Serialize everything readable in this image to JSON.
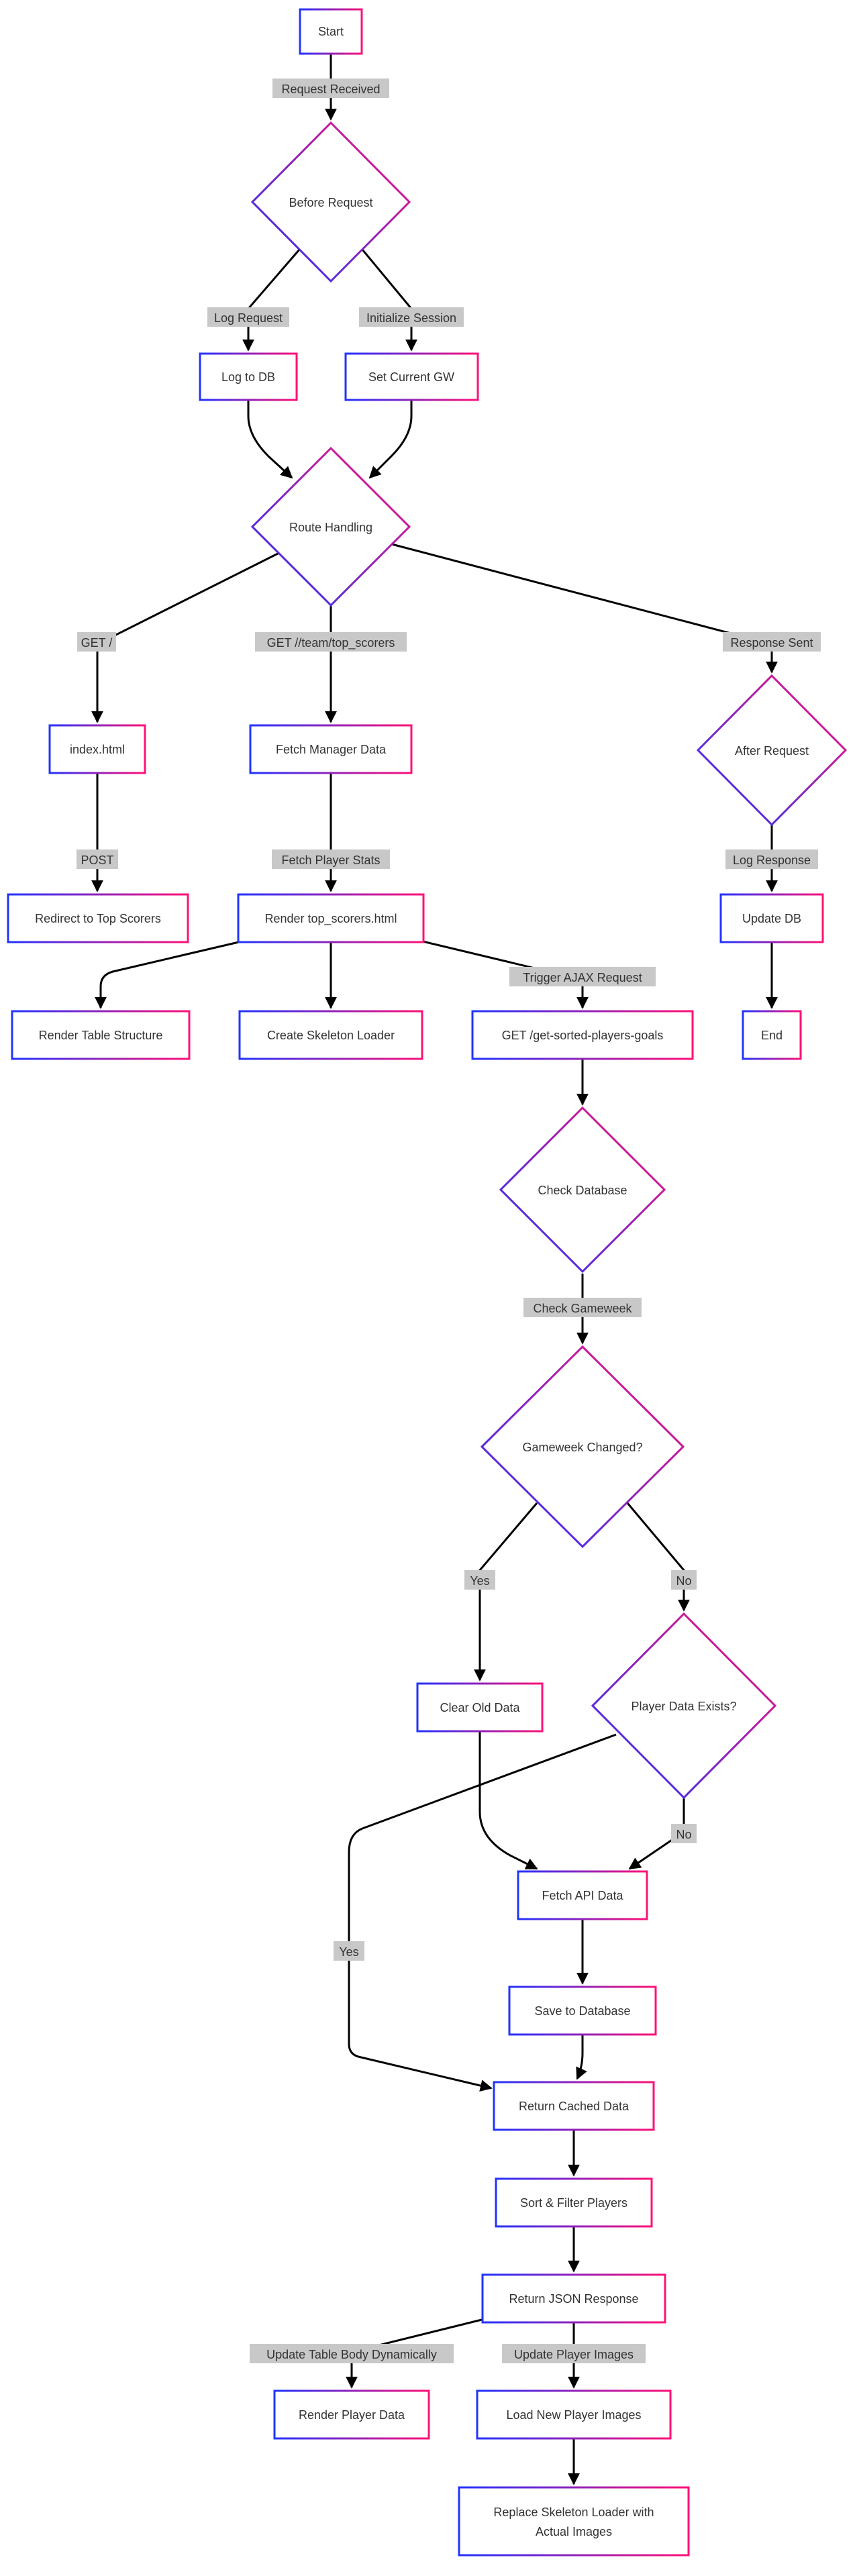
{
  "nodes": {
    "start": "Start",
    "before_request": "Before Request",
    "log_to_db": "Log to DB",
    "set_current_gw": "Set Current GW",
    "route_handling": "Route Handling",
    "index_html": "index.html",
    "fetch_manager_data": "Fetch Manager Data",
    "after_request": "After Request",
    "redirect_top_scorers": "Redirect to Top Scorers",
    "render_top_scorers": "Render top_scorers.html",
    "update_db": "Update DB",
    "render_table_structure": "Render Table Structure",
    "create_skeleton_loader": "Create Skeleton Loader",
    "get_sorted_players": "GET /get-sorted-players-goals",
    "end": "End",
    "check_database": "Check Database",
    "gameweek_changed": "Gameweek Changed?",
    "clear_old_data": "Clear Old Data",
    "player_data_exists": "Player Data Exists?",
    "fetch_api_data": "Fetch API Data",
    "save_to_database": "Save to Database",
    "return_cached_data": "Return Cached Data",
    "sort_filter_players": "Sort & Filter Players",
    "return_json_response": "Return JSON Response",
    "render_player_data": "Render Player Data",
    "load_new_player_images": "Load New Player Images",
    "replace_skeleton_line1": "Replace Skeleton Loader with",
    "replace_skeleton_line2": "Actual Images"
  },
  "edge_labels": {
    "request_received": "Request Received",
    "log_request": "Log Request",
    "initialize_session": "Initialize Session",
    "get_root": "GET /",
    "get_team_top_scorers": "GET //team/top_scorers",
    "response_sent": "Response Sent",
    "post": "POST",
    "fetch_player_stats": "Fetch Player Stats",
    "log_response": "Log Response",
    "trigger_ajax": "Trigger AJAX Request",
    "check_gameweek": "Check Gameweek",
    "yes_gw": "Yes",
    "no_gw": "No",
    "no_player": "No",
    "yes_player": "Yes",
    "update_table_body": "Update Table Body Dynamically",
    "update_player_images": "Update Player Images"
  }
}
